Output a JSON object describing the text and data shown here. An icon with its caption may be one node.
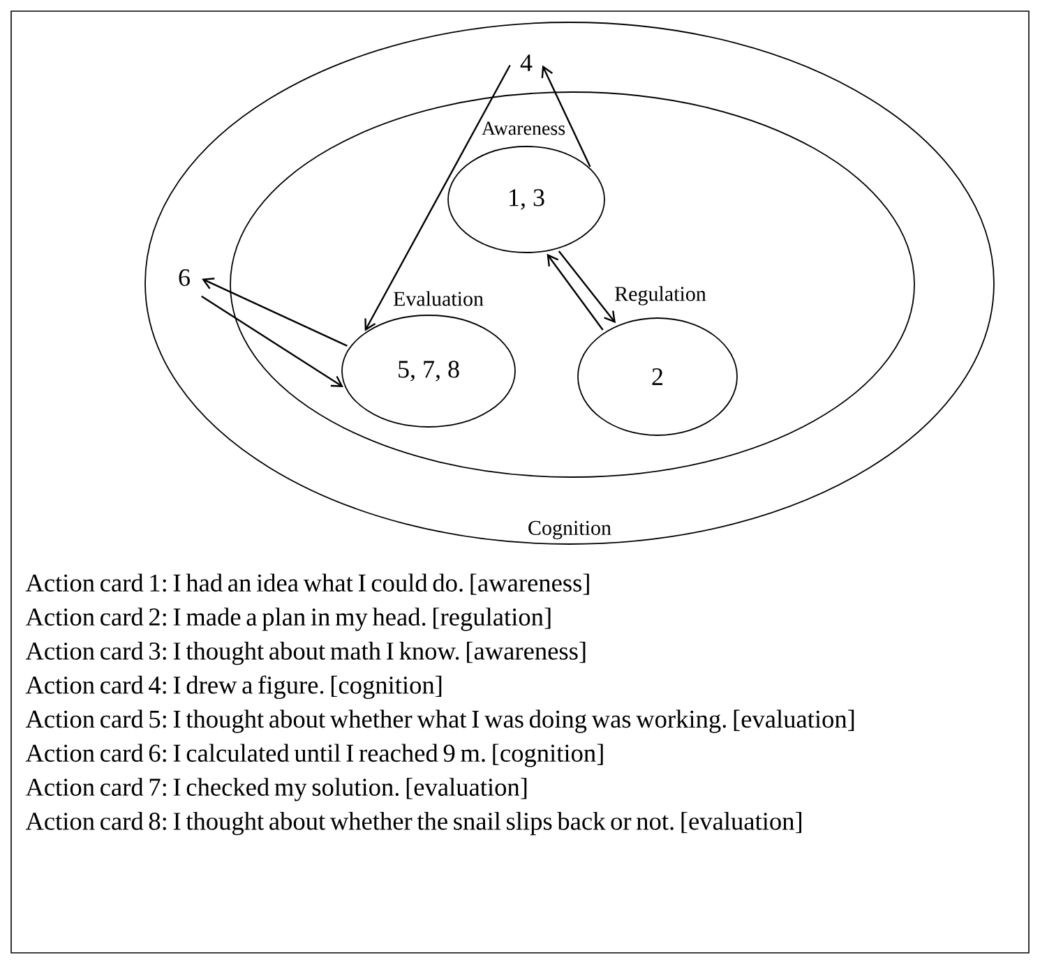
{
  "diagram": {
    "nodes": [
      {
        "text": [
          "Cognition"
        ]
      },
      {
        "text": [],
        "shape": "ellipse",
        "in": 0
      },
      {
        "text": [
          "Awareness",
          "1, 3"
        ],
        "in": 1
      },
      {
        "text": [
          "Evaluation",
          "5, 7, 8"
        ],
        "in": 1
      },
      {
        "text": [
          "Regulation",
          "2"
        ],
        "in": 1
      },
      {
        "text": [
          "4"
        ],
        "in": 0
      },
      {
        "text": [
          "6"
        ],
        "in": 0
      }
    ],
    "edges": [
      {
        "from": 2,
        "to": 5,
        "arrow": "to"
      },
      {
        "from": 5,
        "to": 3,
        "arrow": "to"
      },
      {
        "from": 4,
        "to": 2,
        "arrow": "to"
      },
      {
        "from": 2,
        "to": 4,
        "arrow": "to"
      },
      {
        "from": 3,
        "to": 6,
        "arrow": "to"
      },
      {
        "from": 6,
        "to": 3,
        "arrow": "to"
      }
    ],
    "labels": [
      "Action card 1: I had an idea what I could do. [awareness]",
      "Action card 2: I made a plan in my head. [regulation]",
      "Action card 3: I thought about math I know. [awareness]",
      "Action card 4: I drew a figure. [cognition]",
      "Action card 5: I thought about whether what I was doing was working. [evaluation]",
      "Action card 6: I calculated until I reached 9 m. [cognition]",
      "Action card 7: I checked my solution. [evaluation]",
      "Action card 8: I thought about whether the snail slips back or not. [evaluation]"
    ]
  }
}
